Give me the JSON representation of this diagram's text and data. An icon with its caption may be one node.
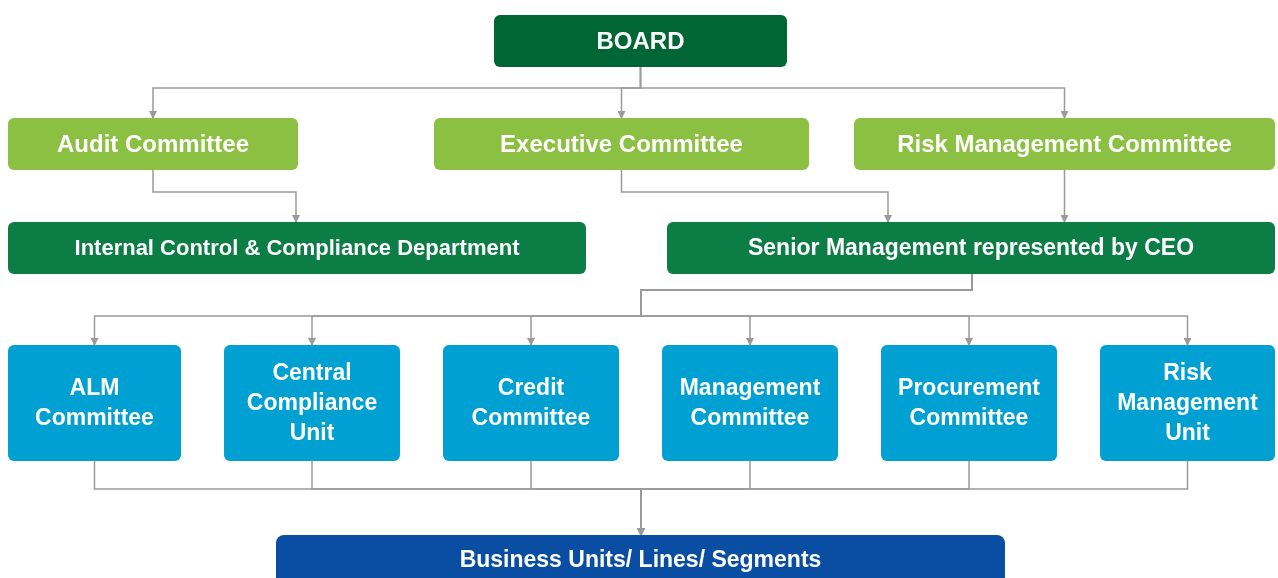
{
  "diagram": {
    "nodes": [
      {
        "text": [
          "BOARD"
        ]
      },
      {
        "text": [
          "Audit Committee"
        ]
      },
      {
        "text": [
          "Executive Committee"
        ]
      },
      {
        "text": [
          "Risk Management Committee"
        ]
      },
      {
        "text": [
          "Internal Control & Compliance Department"
        ]
      },
      {
        "text": [
          "Senior Management represented by CEO"
        ]
      },
      {
        "text": [
          "ALM Committee"
        ]
      },
      {
        "text": [
          "Central Compliance Unit"
        ]
      },
      {
        "text": [
          "Credit Committee"
        ]
      },
      {
        "text": [
          "Management Committee"
        ]
      },
      {
        "text": [
          "Procurement Committee"
        ]
      },
      {
        "text": [
          "Risk Management Unit"
        ]
      },
      {
        "text": [
          "Business Units/ Lines/ Segments"
        ]
      }
    ],
    "edges": [
      {
        "from": 0,
        "to": 1,
        "arrow": "to"
      },
      {
        "from": 0,
        "to": 2,
        "arrow": "to"
      },
      {
        "from": 0,
        "to": 3,
        "arrow": "to"
      },
      {
        "from": 1,
        "to": 4,
        "arrow": "to"
      },
      {
        "from": 2,
        "to": 5,
        "arrow": "to"
      },
      {
        "from": 3,
        "to": 5,
        "arrow": "to"
      },
      {
        "from": 5,
        "to": 6,
        "arrow": "to"
      },
      {
        "from": 5,
        "to": 7,
        "arrow": "to"
      },
      {
        "from": 5,
        "to": 8,
        "arrow": "to"
      },
      {
        "from": 5,
        "to": 9,
        "arrow": "to"
      },
      {
        "from": 5,
        "to": 10,
        "arrow": "to"
      },
      {
        "from": 5,
        "to": 11,
        "arrow": "to"
      },
      {
        "from": 6,
        "to": 12,
        "arrow": "to"
      },
      {
        "from": 7,
        "to": 12,
        "arrow": "to"
      },
      {
        "from": 8,
        "to": 12,
        "arrow": "to"
      },
      {
        "from": 9,
        "to": 12,
        "arrow": "to"
      },
      {
        "from": 10,
        "to": 12,
        "arrow": "to"
      },
      {
        "from": 11,
        "to": 12,
        "arrow": "to"
      }
    ]
  }
}
